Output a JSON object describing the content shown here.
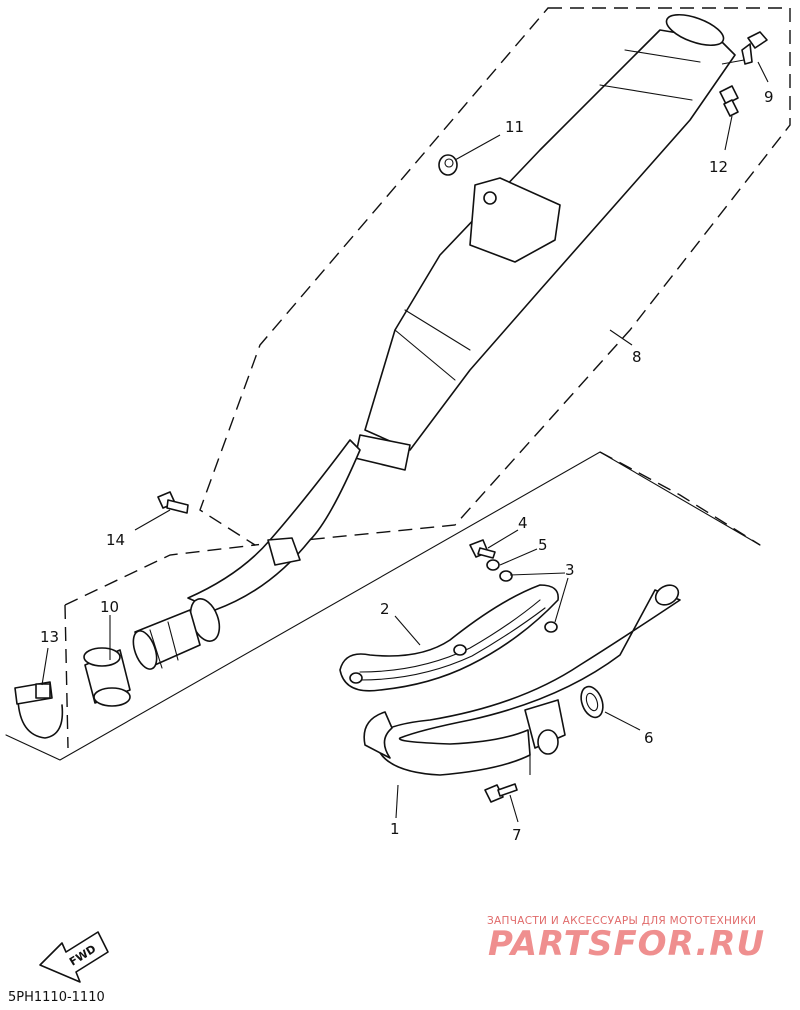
{
  "diagram": {
    "code": "5PH1110-1110",
    "fwd_label": "FWD",
    "callouts": [
      "1",
      "2",
      "3",
      "4",
      "5",
      "6",
      "7",
      "8",
      "9",
      "10",
      "11",
      "12",
      "13",
      "14"
    ]
  },
  "watermark": {
    "caption": "ЗАПЧАСТИ И АКСЕССУАРЫ ДЛЯ МОТОТЕХНИКИ",
    "logo": "PARTSFOR.RU"
  },
  "colors": {
    "ink": "#111111",
    "watermark": "#ef8f8f",
    "background": "#ffffff"
  }
}
